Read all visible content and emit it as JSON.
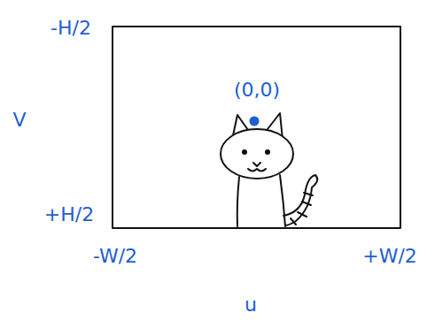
{
  "diagram": {
    "labels": [
      "-H/2",
      "(0,0)",
      "V",
      "+H/2",
      "-W/2",
      "+W/2",
      "u"
    ]
  }
}
